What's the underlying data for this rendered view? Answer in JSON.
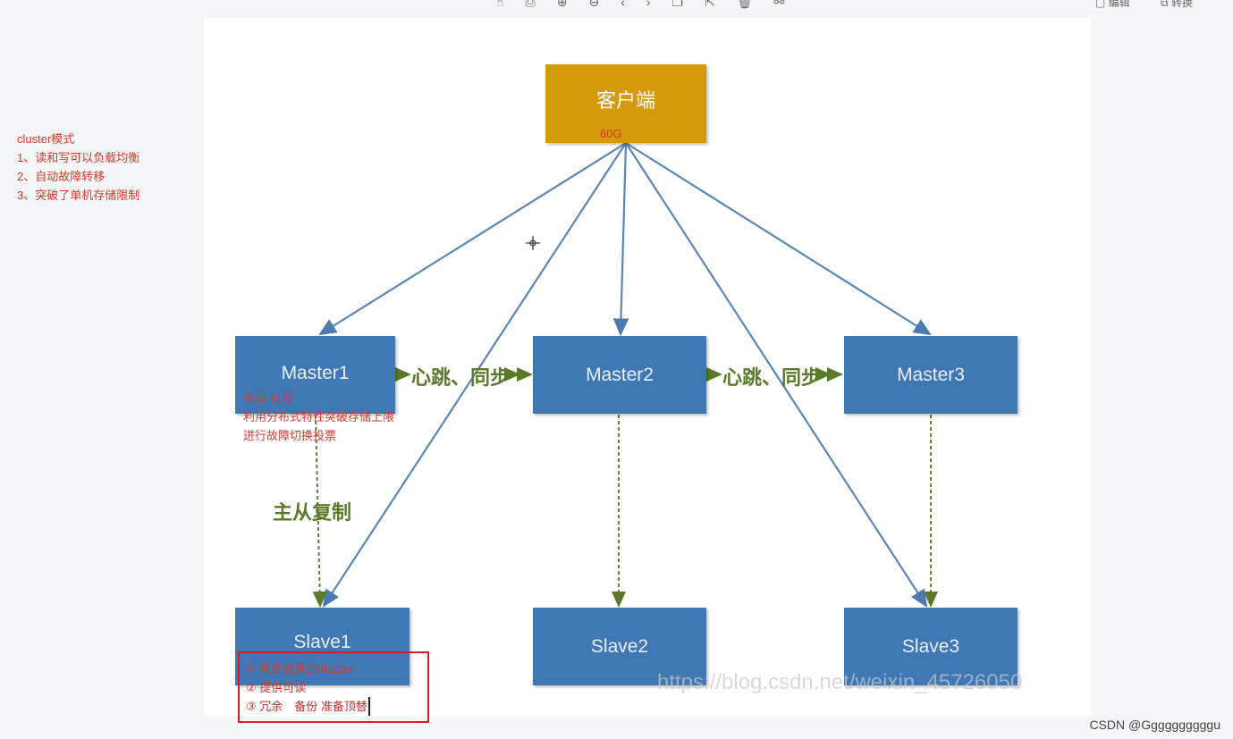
{
  "toolbar": {
    "icons": [
      "hand-icon",
      "print-icon",
      "zoom-in-icon",
      "zoom-out-icon",
      "back-icon",
      "forward-icon",
      "copy-icon",
      "export-icon",
      "delete-icon",
      "share-icon"
    ],
    "edit_label": "编辑",
    "convert_label": "转换"
  },
  "notes": {
    "title": "cluster模式",
    "items": [
      "1、读和写可以负载均衡",
      "2、自动故障转移",
      "3、突破了单机存储限制"
    ]
  },
  "diagram": {
    "client": "客户端",
    "client_note": "60G",
    "masters": [
      "Master1",
      "Master2",
      "Master3"
    ],
    "slaves": [
      "Slave1",
      "Slave2",
      "Slave3"
    ],
    "heartbeat": "心跳、同步",
    "replication": "主从复制",
    "master_notes": [
      "可读 可写",
      "利用分布式特性突破存储上限",
      "进行故障切换投票"
    ],
    "slave_notes": [
      "① 同步自身的Master",
      "② 提供可读",
      "③ 冗余　备份 准备顶替"
    ],
    "watermark": "https://blog.csdn.net/weixin_45726050"
  },
  "footer": "CSDN @Ggggggggggu",
  "colors": {
    "client": "#d49a0a",
    "node": "#3f78b4",
    "note": "#d43a2a",
    "label": "#5a7a2a"
  }
}
